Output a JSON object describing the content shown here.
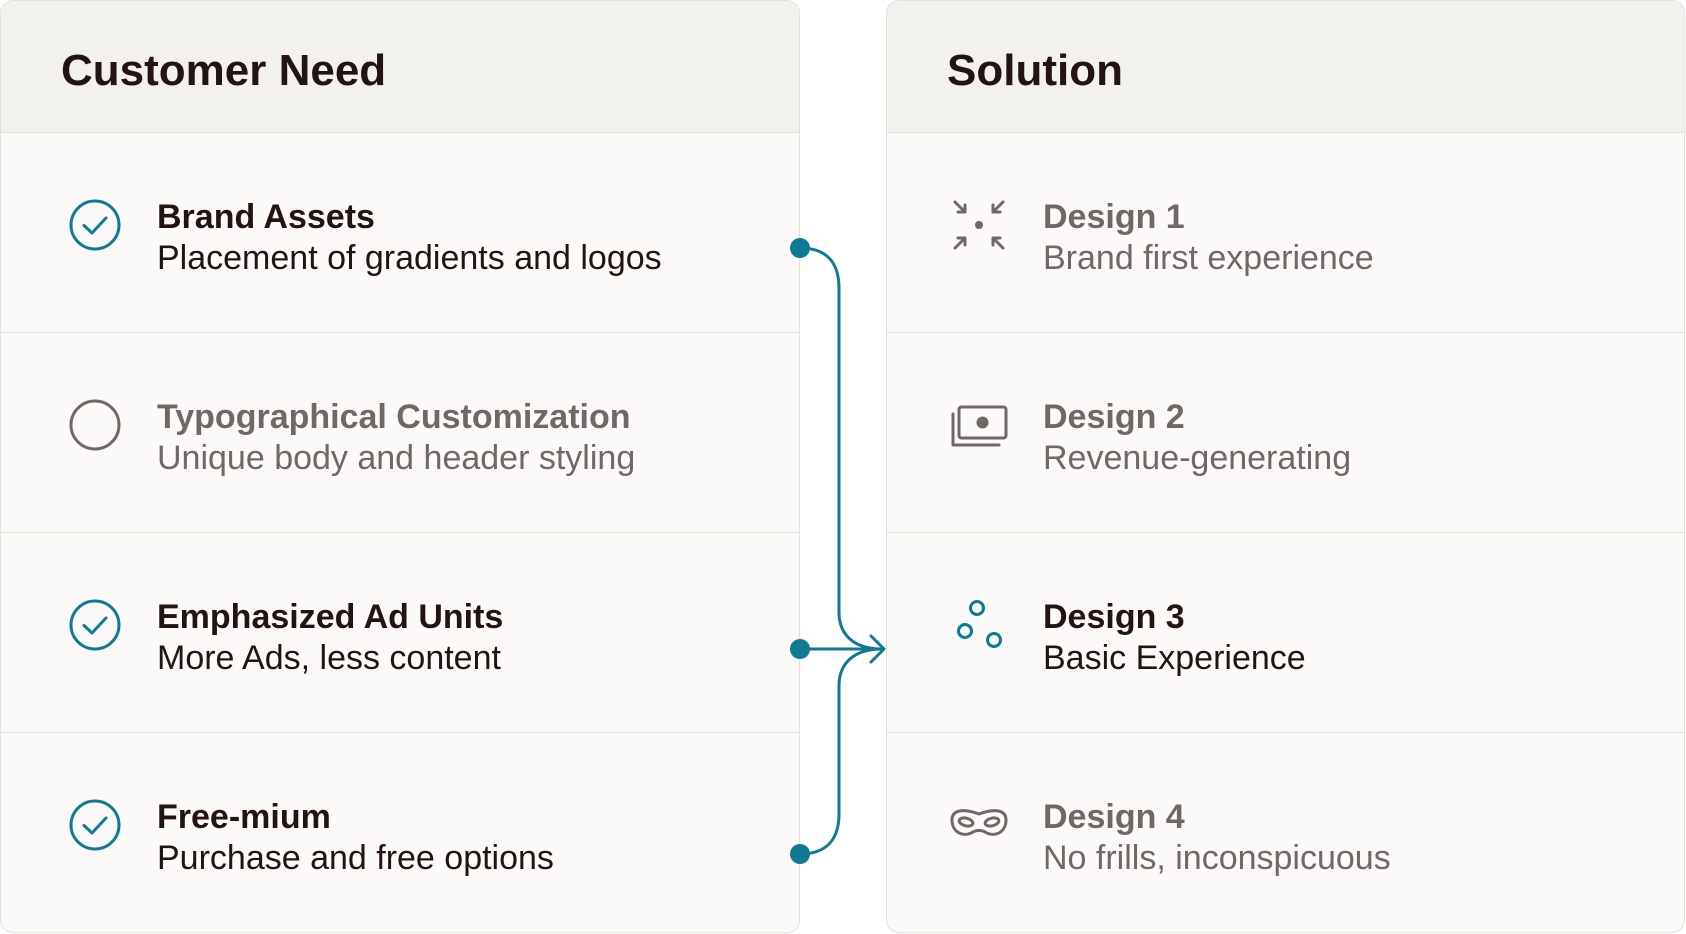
{
  "colors": {
    "accent": "#0E7A93",
    "text": "#231414",
    "muted": "#706767",
    "panel_bg": "#FBFAF8",
    "header_bg": "#F3F1EE",
    "border": "#E4E0DC"
  },
  "customer_need": {
    "header": "Customer Need",
    "items": [
      {
        "title": "Brand Assets",
        "subtitle": "Placement of gradients and logos",
        "checked": true
      },
      {
        "title": "Typographical Customization",
        "subtitle": "Unique body and header styling",
        "checked": false
      },
      {
        "title": "Emphasized Ad Units",
        "subtitle": "More Ads, less content",
        "checked": true
      },
      {
        "title": "Free-mium",
        "subtitle": "Purchase and free options",
        "checked": true
      }
    ]
  },
  "solution": {
    "header": "Solution",
    "items": [
      {
        "title": "Design 1",
        "subtitle": "Brand first experience",
        "icon": "compress-arrows-icon",
        "selected": false
      },
      {
        "title": "Design 2",
        "subtitle": "Revenue-generating",
        "icon": "cash-icon",
        "selected": false
      },
      {
        "title": "Design 3",
        "subtitle": "Basic Experience",
        "icon": "bubbles-icon",
        "selected": true
      },
      {
        "title": "Design 4",
        "subtitle": "No frills, inconspicuous",
        "icon": "mask-icon",
        "selected": false
      }
    ]
  }
}
